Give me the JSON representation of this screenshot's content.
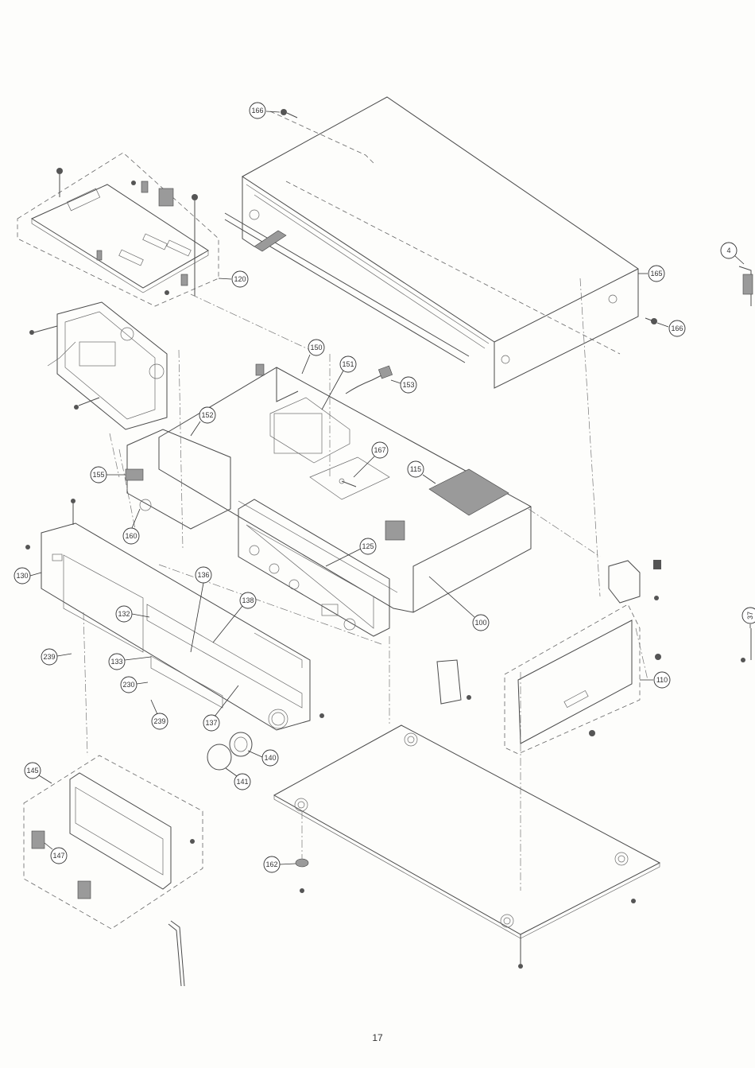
{
  "page_number": "17",
  "callouts": [
    {
      "id": "c166a",
      "label": "166"
    },
    {
      "id": "c165",
      "label": "165"
    },
    {
      "id": "c166b",
      "label": "166"
    },
    {
      "id": "c120",
      "label": "120"
    },
    {
      "id": "c150",
      "label": "150"
    },
    {
      "id": "c151",
      "label": "151"
    },
    {
      "id": "c153",
      "label": "153"
    },
    {
      "id": "c152",
      "label": "152"
    },
    {
      "id": "c167",
      "label": "167"
    },
    {
      "id": "c115",
      "label": "115"
    },
    {
      "id": "c155",
      "label": "155"
    },
    {
      "id": "c160",
      "label": "160"
    },
    {
      "id": "c125",
      "label": "125"
    },
    {
      "id": "c100",
      "label": "100"
    },
    {
      "id": "c130",
      "label": "130"
    },
    {
      "id": "c136",
      "label": "136"
    },
    {
      "id": "c138",
      "label": "138"
    },
    {
      "id": "c132",
      "label": "132"
    },
    {
      "id": "c239a",
      "label": "239"
    },
    {
      "id": "c133",
      "label": "133"
    },
    {
      "id": "c230",
      "label": "230"
    },
    {
      "id": "c239b",
      "label": "239"
    },
    {
      "id": "c137",
      "label": "137"
    },
    {
      "id": "c140",
      "label": "140"
    },
    {
      "id": "c141",
      "label": "141"
    },
    {
      "id": "c110",
      "label": "110"
    },
    {
      "id": "c145",
      "label": "145"
    },
    {
      "id": "c147",
      "label": "147"
    },
    {
      "id": "c162",
      "label": "162"
    },
    {
      "id": "c4",
      "label": "4"
    },
    {
      "id": "c37",
      "label": "37"
    }
  ]
}
